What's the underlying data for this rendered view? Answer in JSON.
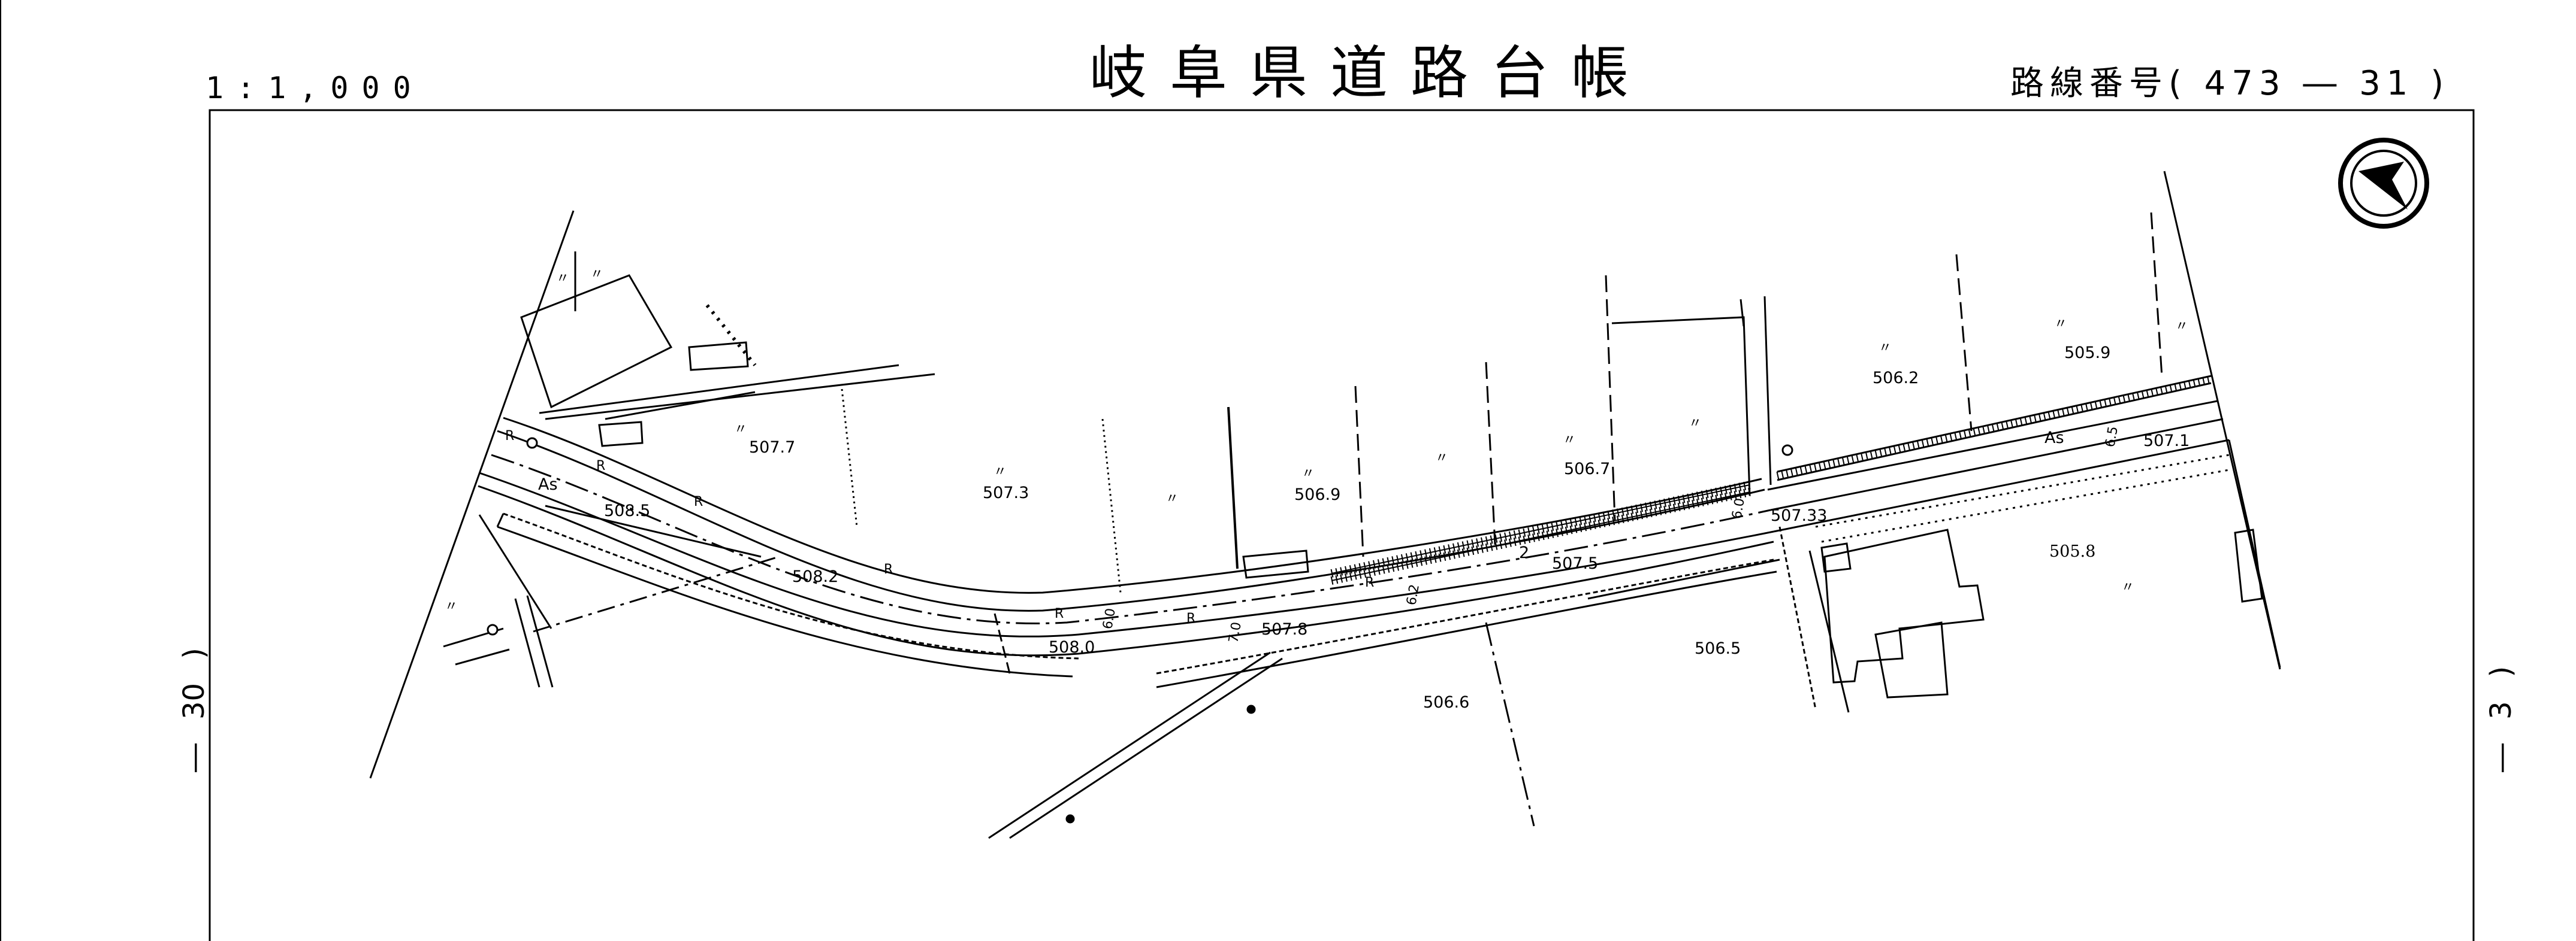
{
  "header": {
    "scale": "1:1,000",
    "title": "岐阜県道路台帳",
    "route_label": "路線番号",
    "route_number": "( 473 ― 31 )"
  },
  "sheet_refs": {
    "left": {
      "dash": "―",
      "number": "30",
      "paren": ")"
    },
    "right": {
      "dash": "―",
      "number": "3",
      "paren": ")"
    }
  },
  "map": {
    "north_arrow": "north-arrow-icon",
    "elevations": [
      "507.7",
      "507.3",
      "506.9",
      "506.7",
      "506.2",
      "505.9",
      "508.5",
      "508.2",
      "507.8",
      "508.0",
      "507.5",
      "506.6",
      "506.5",
      "507.33",
      "507.1",
      "505.8"
    ],
    "surface_labels": [
      "As",
      "As"
    ],
    "ditto_mark": "〃",
    "r_mark": "R",
    "curve_marker": "2",
    "widths": [
      "6.0",
      "7.0",
      "6.2",
      "6.0",
      "6.5"
    ]
  }
}
